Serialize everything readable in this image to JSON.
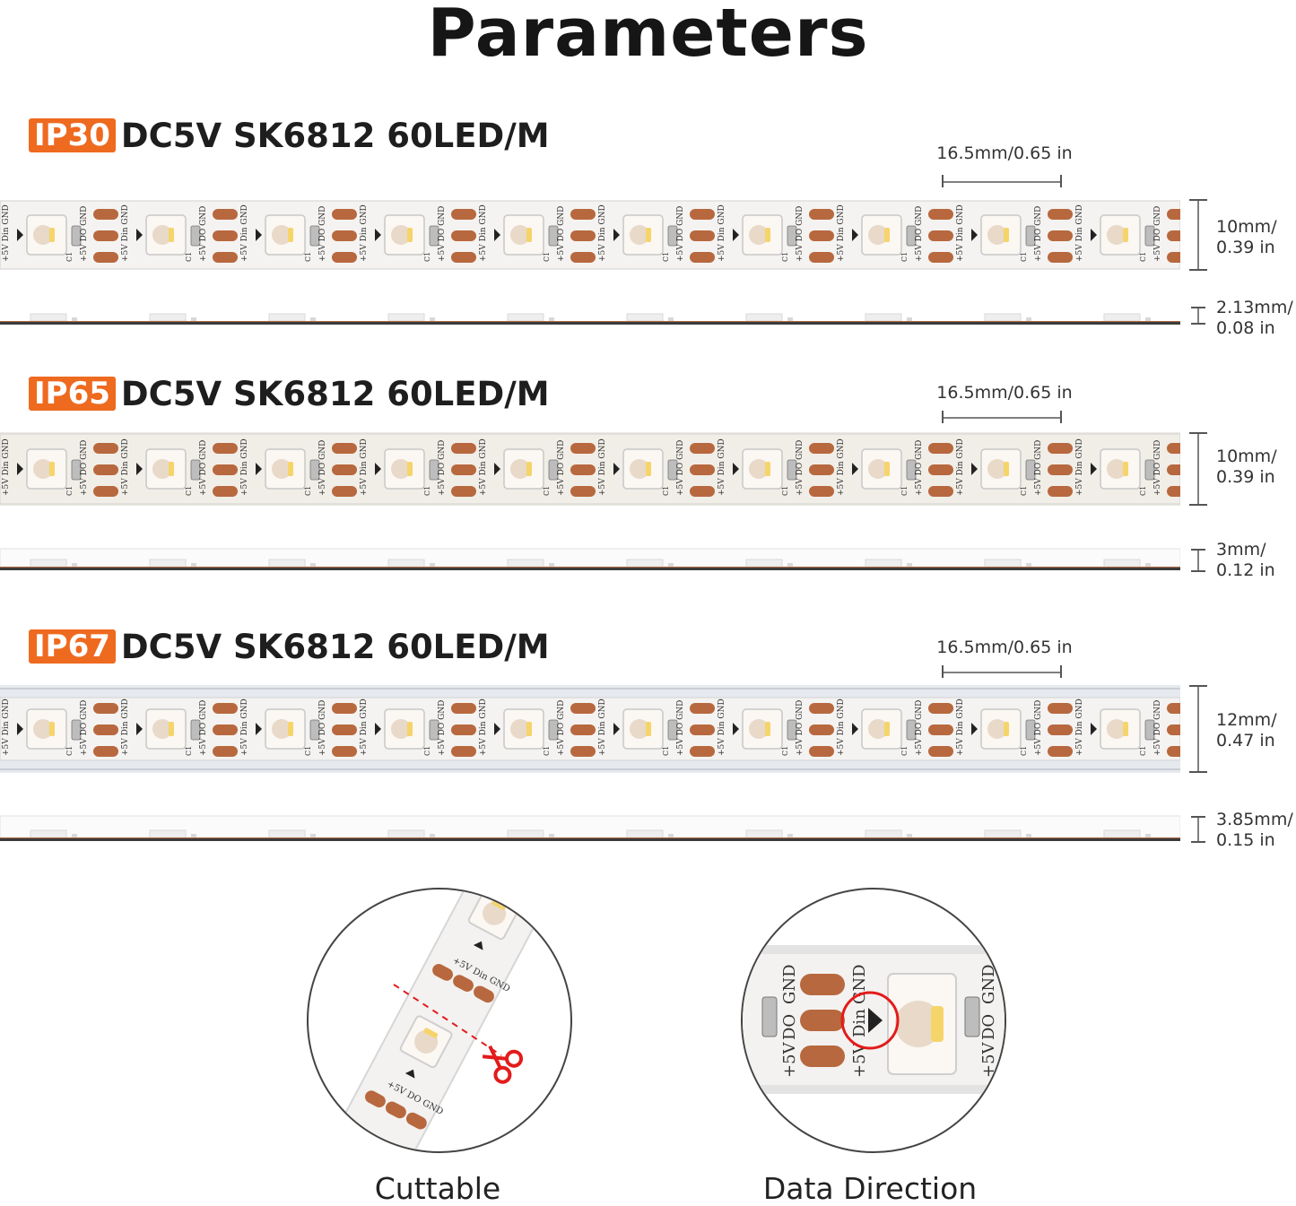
{
  "page": {
    "title": "Parameters"
  },
  "variants": [
    {
      "badge": "IP30",
      "model": "DC5V SK6812 60LED/M",
      "pitch": "16.5mm/0.65 in",
      "width_line1": "10mm/",
      "width_line2": "0.39 in",
      "thickness_line1": "2.13mm/",
      "thickness_line2": "0.08 in"
    },
    {
      "badge": "IP65",
      "model": "DC5V SK6812 60LED/M",
      "pitch": "16.5mm/0.65 in",
      "width_line1": "10mm/",
      "width_line2": "0.39 in",
      "thickness_line1": "3mm/",
      "thickness_line2": "0.12 in"
    },
    {
      "badge": "IP67",
      "model": "DC5V SK6812 60LED/M",
      "pitch": "16.5mm/0.65 in",
      "width_line1": "12mm/",
      "width_line2": "0.47 in",
      "thickness_line1": "3.85mm/",
      "thickness_line2": "0.15 in"
    }
  ],
  "pcb_labels": {
    "din": "Din",
    "do": "DO",
    "gnd": "GND",
    "v5": "+5V",
    "c1": "C1"
  },
  "features": [
    {
      "caption": "Cuttable",
      "icon": "scissors-icon"
    },
    {
      "caption": "Data Direction",
      "icon": "arrow-right-icon"
    }
  ],
  "colors": {
    "accent": "#ee6a1f",
    "pad": "#b8683e",
    "pcb": "#f4f3f1",
    "cut_mark": "#e31b1b"
  }
}
